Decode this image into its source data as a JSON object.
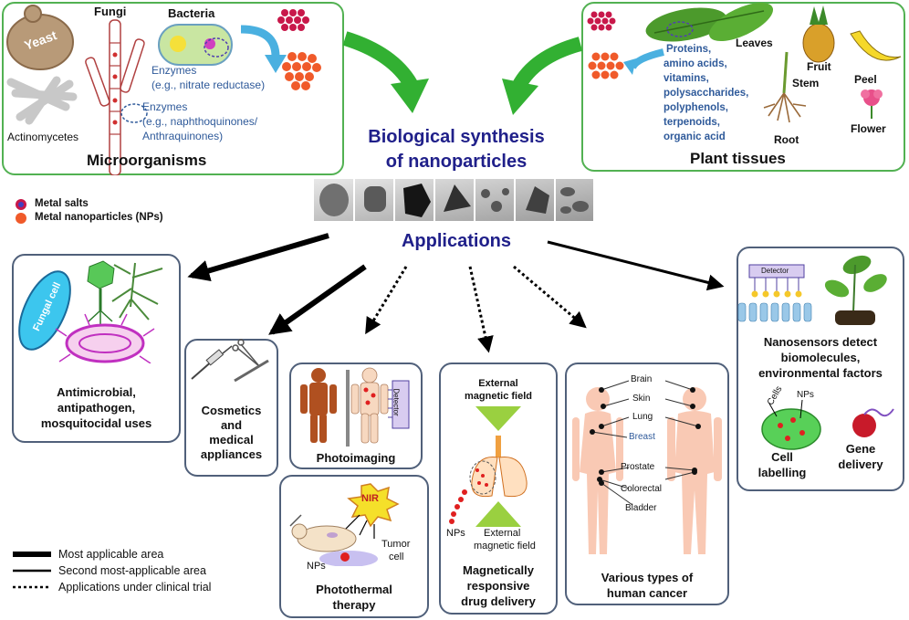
{
  "top": {
    "microorganisms": {
      "title": "Microorganisms",
      "labels": {
        "yeast": "Yeast",
        "fungi": "Fungi",
        "bacteria": "Bacteria",
        "actinomycetes": "Actinomycetes",
        "enzymes1": "Enzymes",
        "enzymes1_example": "(e.g., nitrate reductase)",
        "enzymes2": "Enzymes",
        "enzymes2_example_a": "(e.g., naphthoquinones/",
        "enzymes2_example_b": "Anthraquinones)"
      }
    },
    "plant_tissues": {
      "title": "Plant tissues",
      "compounds": [
        "Proteins,",
        "amino acids,",
        "vitamins,",
        "polysaccharides,",
        "polyphenols,",
        "terpenoids,",
        "organic acid"
      ],
      "parts": {
        "leaves": "Leaves",
        "fruit": "Fruit",
        "stem": "Stem",
        "peel": "Peel",
        "root": "Root",
        "flower": "Flower"
      }
    },
    "center_title_line1": "Biological synthesis",
    "center_title_line2": "of nanoparticles",
    "applications_title": "Applications"
  },
  "key": {
    "metal_salts": "Metal salts",
    "metal_nps": "Metal nanoparticles (NPs)"
  },
  "applications": {
    "antimicrobial": {
      "fungal_cell": "Fungal cell",
      "caption": [
        "Antimicrobial,",
        "antipathogen,",
        "mosquitocidal uses"
      ]
    },
    "cosmetics": {
      "caption": [
        "Cosmetics",
        "and",
        "medical",
        "appliances"
      ]
    },
    "photoimaging": {
      "detector": "Detector",
      "caption": "Photoimaging"
    },
    "photothermal": {
      "nir": "NIR",
      "tumor": [
        "Tumor",
        "cell"
      ],
      "nps": "NPs",
      "caption": [
        "Photothermal",
        "therapy"
      ]
    },
    "magnetic": {
      "field_top": [
        "External",
        "magnetic field"
      ],
      "nps": "NPs",
      "field_bottom": [
        "External",
        "magnetic field"
      ],
      "caption": [
        "Magnetically",
        "responsive",
        "drug delivery"
      ]
    },
    "cancer": {
      "organs": [
        "Brain",
        "Skin",
        "Lung",
        "Breast",
        "Prostate",
        "Colorectal",
        "Bladder"
      ],
      "caption": [
        "Various types of",
        "human cancer"
      ]
    },
    "nanosensors": {
      "detector": "Detector",
      "caption": [
        "Nanosensors detect",
        "biomolecules,",
        "environmental factors"
      ],
      "cells": "Cells",
      "nps": "NPs",
      "cell_labelling": [
        "Cell",
        "labelling"
      ],
      "gene_delivery": [
        "Gene",
        "delivery"
      ]
    }
  },
  "legend": {
    "items": [
      "Most applicable area",
      "Second most-applicable area",
      "Applications under clinical trial"
    ]
  },
  "colors": {
    "green_border": "#52b152",
    "panel_border": "#50607a",
    "title_navy": "#20208a",
    "enzyme_blue": "#2f5a9a",
    "np_red": "#e8502a"
  }
}
